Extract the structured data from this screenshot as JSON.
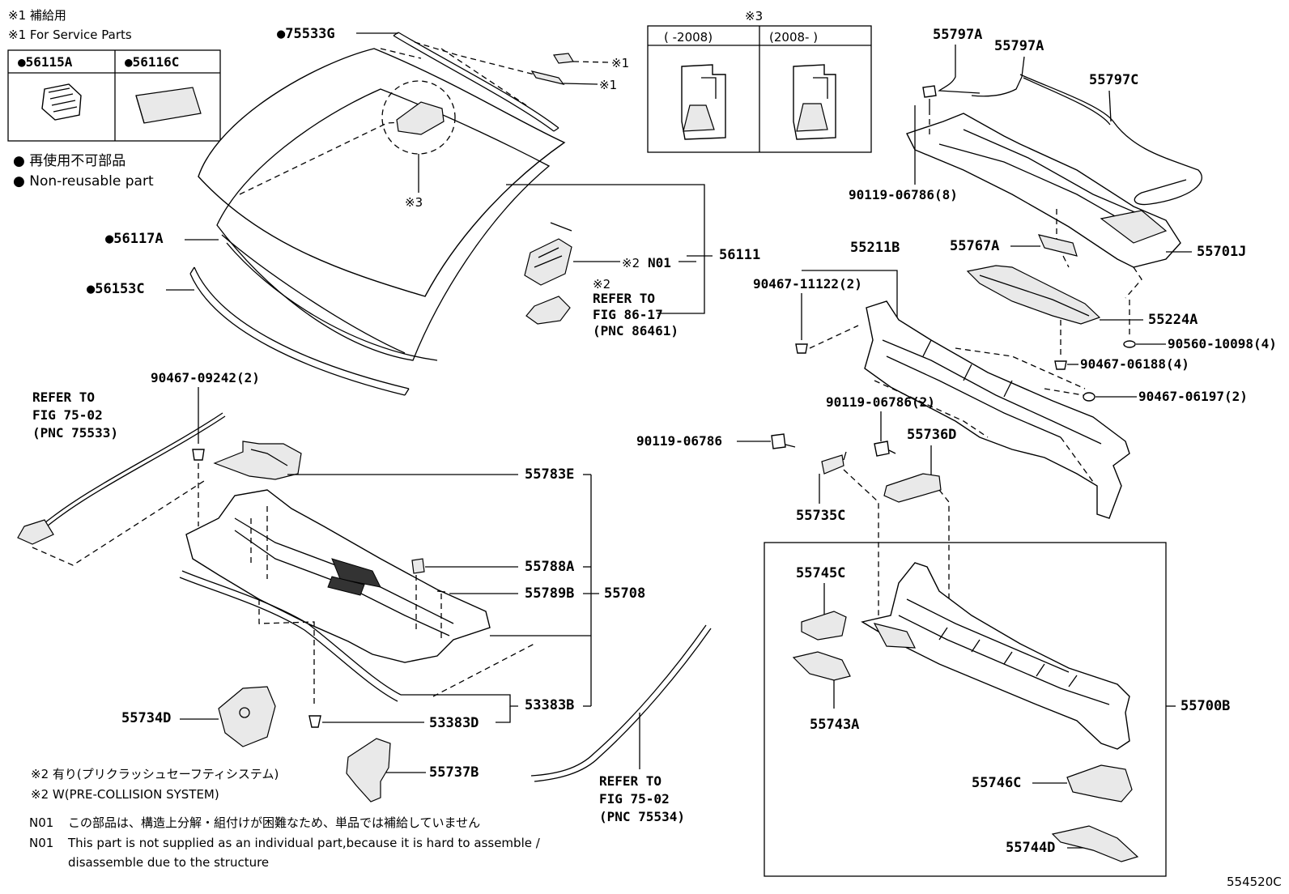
{
  "notes": {
    "service_jp": "※1 補給用",
    "service_en": "※1 For Service Parts",
    "nonreuse_jp": "● 再使用不可部品",
    "nonreuse_en": "● Non-reusable part",
    "precollision_jp": "※2 有り(プリクラッシュセーフティシステム)",
    "precollision_en": "※2 W(PRE-COLLISION SYSTEM)",
    "n01_code1": "N01",
    "n01_jp": "この部品は、構造上分解・組付けが困難なため、単品では補給していません",
    "n01_code2": "N01",
    "n01_en_1": "This part is not supplied as an individual part,because it is hard to assemble /",
    "n01_en_2": "disassemble due to the structure"
  },
  "service_box": {
    "left": "●56115A",
    "right": "●56116C"
  },
  "inset3": {
    "title": "※3",
    "col1": "(  -2008)",
    "col2": "(2008-  )"
  },
  "refs": {
    "r1_l1": "※1",
    "r1_l2": "※1",
    "r3": "※3",
    "r2a": "※2",
    "n01": "N01",
    "r2b": "※2",
    "refer86_1": "REFER TO",
    "refer86_2": "FIG 86-17",
    "refer86_3": "(PNC 86461)",
    "refer7533_1": "REFER TO",
    "refer7533_2": "FIG 75-02",
    "refer7533_3": "(PNC 75533)",
    "refer7534_1": "REFER TO",
    "refer7534_2": "FIG 75-02",
    "refer7534_3": "(PNC 75534)"
  },
  "parts": {
    "p75533G": "●75533G",
    "p56117A": "●56117A",
    "p56153C": "●56153C",
    "p56111": "56111",
    "p90467_09242": "90467-09242(2)",
    "p55783E": "55783E",
    "p55788A": "55788A",
    "p55789B": "55789B",
    "p55708": "55708",
    "p53383B": "53383B",
    "p53383D": "53383D",
    "p55734D": "55734D",
    "p55737B": "55737B",
    "p55797A_1": "55797A",
    "p55797A_2": "55797A",
    "p55797C": "55797C",
    "p90119_8": "90119-06786(8)",
    "p55767A": "55767A",
    "p55701J": "55701J",
    "p55211B": "55211B",
    "p90467_11122": "90467-11122(2)",
    "p55224A": "55224A",
    "p90560": "90560-10098(4)",
    "p90467_06188": "90467-06188(4)",
    "p90467_06197": "90467-06197(2)",
    "p90119_2": "90119-06786(2)",
    "p90119_single": "90119-06786",
    "p55736D": "55736D",
    "p55735C": "55735C",
    "p55745C": "55745C",
    "p55743A": "55743A",
    "p55700B": "55700B",
    "p55746C": "55746C",
    "p55744D": "55744D"
  },
  "figure_code": "554520C"
}
